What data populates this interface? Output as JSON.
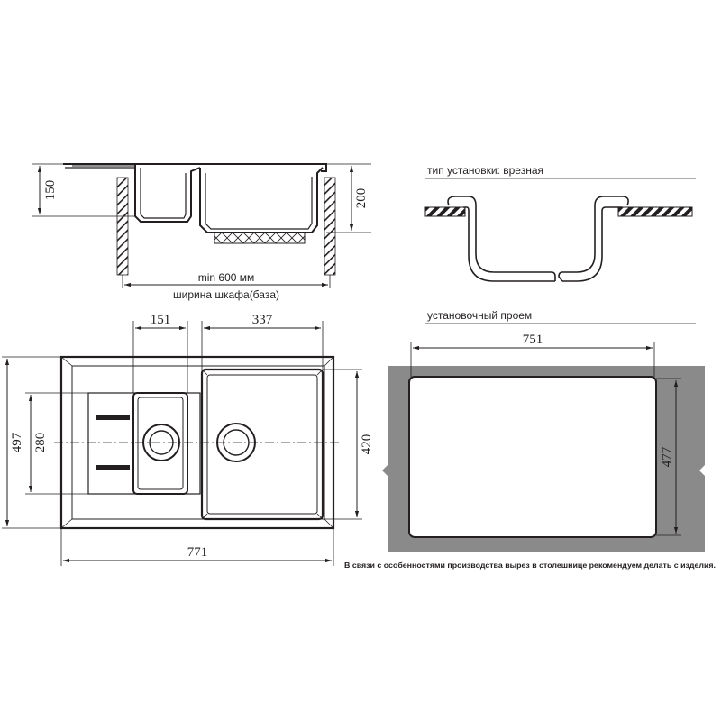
{
  "colors": {
    "line": "#231f20",
    "countertop": "#8a8a8a"
  },
  "side_view": {
    "depth_small": "150",
    "depth_large": "200",
    "cabinet_min": "min 600 мм",
    "cabinet_label": "ширина шкафа(база)"
  },
  "install": {
    "type_label": "тип установки: врезная"
  },
  "top_view": {
    "small_bowl_width": "151",
    "large_bowl_width": "337",
    "overall_depth": "497",
    "small_bowl_depth": "280",
    "large_bowl_depth": "420",
    "overall_width": "771"
  },
  "cutout": {
    "title": "установочный проем",
    "width": "751",
    "depth": "477",
    "note": "В связи с особенностями производства вырез в столешнице рекомендуем делать с изделия."
  }
}
